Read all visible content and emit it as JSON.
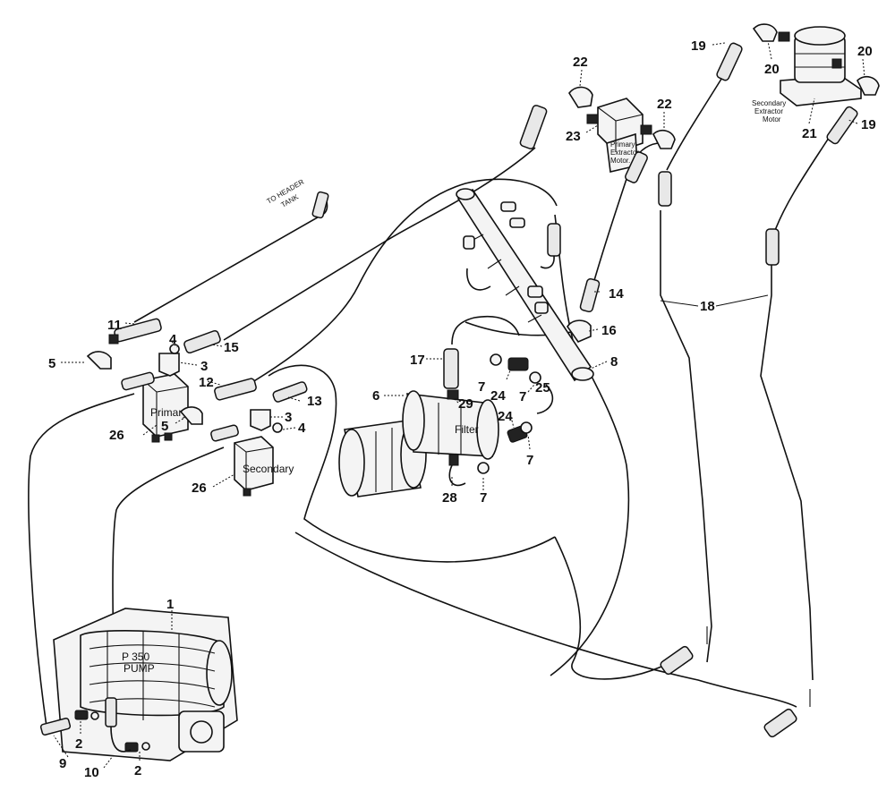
{
  "diagram": {
    "callouts": {
      "c1": "1",
      "c2a": "2",
      "c2b": "2",
      "c3a": "3",
      "c3b": "3",
      "c4a": "4",
      "c4b": "4",
      "c5a": "5",
      "c5b": "5",
      "c6": "6",
      "c7a": "7",
      "c7b": "7",
      "c7c": "7",
      "c7d": "7",
      "c8": "8",
      "c9": "9",
      "c10": "10",
      "c11": "11",
      "c12": "12",
      "c13": "13",
      "c14": "14",
      "c15": "15",
      "c16": "16",
      "c17": "17",
      "c18": "18",
      "c19a": "19",
      "c19b": "19",
      "c20a": "20",
      "c20b": "20",
      "c21": "21",
      "c22a": "22",
      "c22b": "22",
      "c23": "23",
      "c24a": "24",
      "c24b": "24",
      "c25": "25",
      "c26a": "26",
      "c26b": "26",
      "c28": "28",
      "c29": "29"
    },
    "labels": {
      "primary_block": "Primary",
      "secondary_block": "Secondary",
      "filter": "Filter",
      "pump_line1": "P 350",
      "pump_line2": "PUMP",
      "header_tank_line1": "TO HEADER",
      "header_tank_line2": "TANK",
      "primary_motor_line1": "Primary",
      "primary_motor_line2": "Extractor",
      "primary_motor_line3": "Motor.",
      "secondary_motor_line1": "Secondary",
      "secondary_motor_line2": "Extractor",
      "secondary_motor_line3": "Motor"
    }
  }
}
